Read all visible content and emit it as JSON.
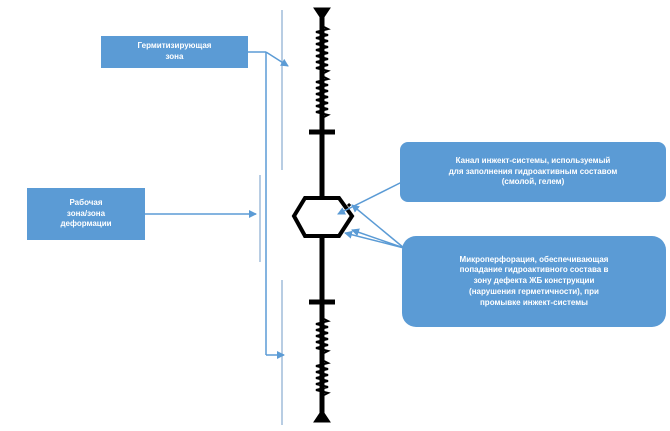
{
  "labels": {
    "sealing_zone": [
      "Гермитизирующая",
      "зона"
    ],
    "working_zone": [
      "Рабочая",
      "зона/зона",
      "деформации"
    ],
    "injection_channel": [
      "Канал инжект-системы, используемый",
      "для заполнения гидроактивным составом",
      "(смолой, гелем)"
    ],
    "microperforation": [
      "Микроперфорация, обеспечивающая",
      "попадание гидроактивного состава в",
      "зону дефекта ЖБ конструкции",
      "(нарушения герметичности), при",
      "промывке инжект-системы"
    ]
  },
  "colors": {
    "callout_fill": "#5b9bd5",
    "callout_text": "#ffffff",
    "leader_line": "#5b9bd5",
    "leader_line_light": "#b8cde3",
    "profile": "#000000"
  },
  "icons": {
    "top_end": "triangle-cap",
    "bottom_end": "triangle-cap"
  }
}
